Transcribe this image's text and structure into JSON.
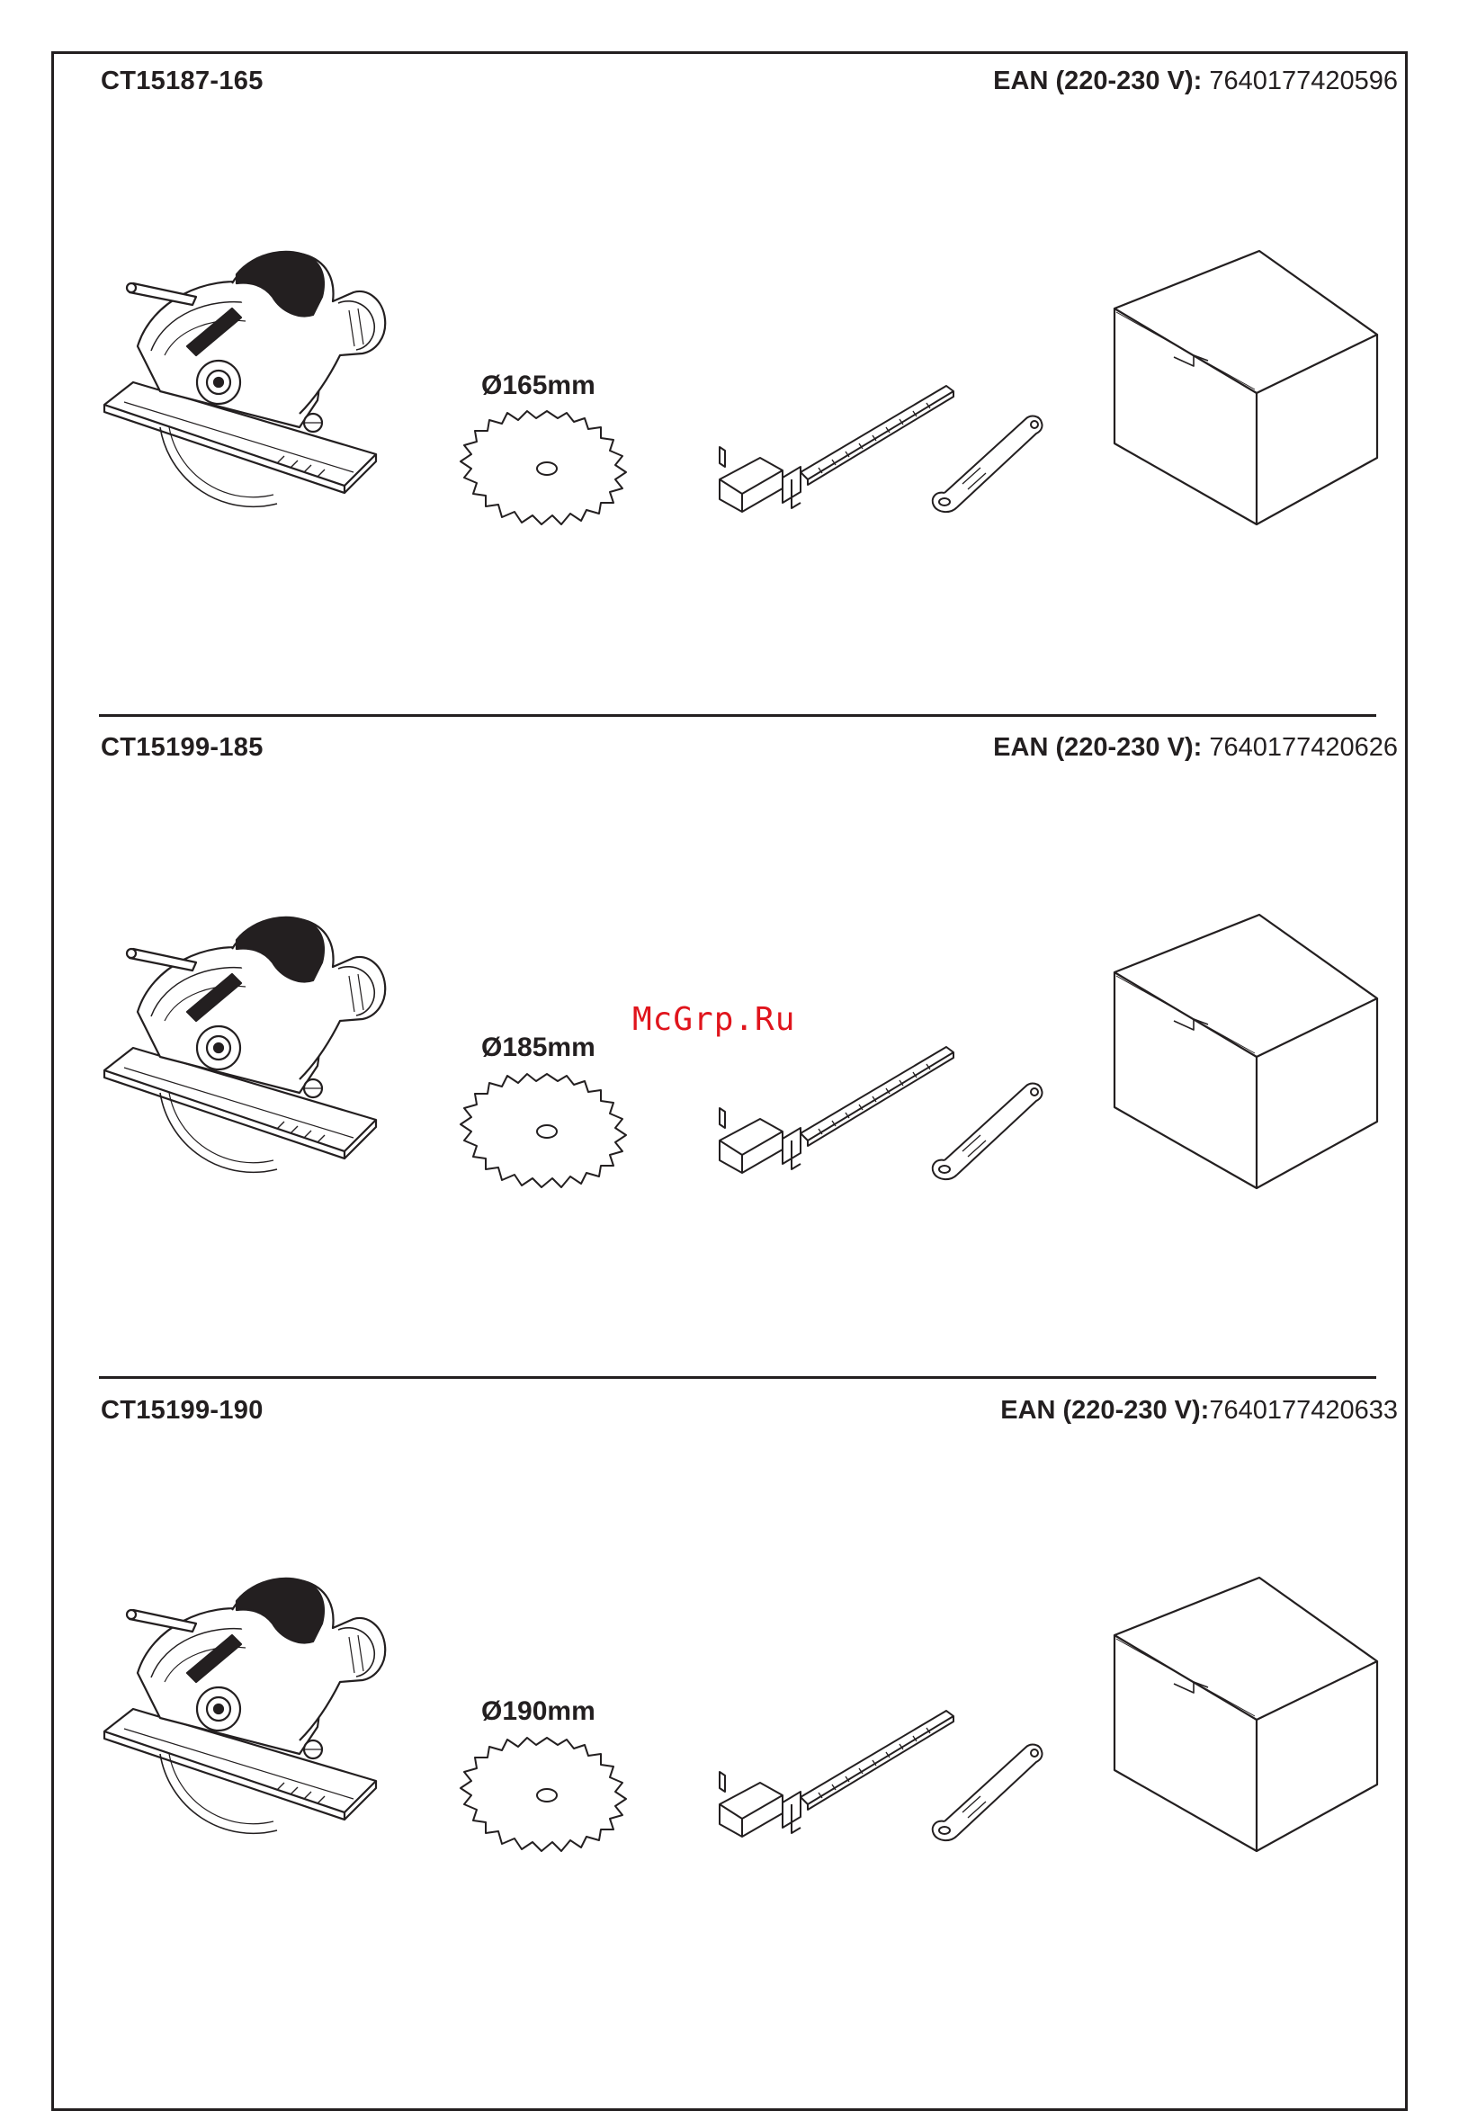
{
  "watermark": "McGrp.Ru",
  "models": [
    {
      "model": "CT15187-165",
      "ean_label": "EAN (220-230 V):",
      "ean_value": " 7640177420596",
      "blade_diameter": "Ø165mm",
      "items": [
        "circular-saw",
        "saw-blade",
        "parallel-guide",
        "spanner",
        "packaging-box"
      ]
    },
    {
      "model": "CT15199-185",
      "ean_label": "EAN (220-230 V):",
      "ean_value": " 7640177420626",
      "blade_diameter": "Ø185mm",
      "items": [
        "circular-saw",
        "saw-blade",
        "parallel-guide",
        "spanner",
        "packaging-box"
      ]
    },
    {
      "model": "CT15199-190",
      "ean_label": "EAN (220-230 V):",
      "ean_value": "7640177420633",
      "blade_diameter": "Ø190mm",
      "items": [
        "circular-saw",
        "saw-blade",
        "parallel-guide",
        "spanner",
        "packaging-box"
      ]
    }
  ]
}
